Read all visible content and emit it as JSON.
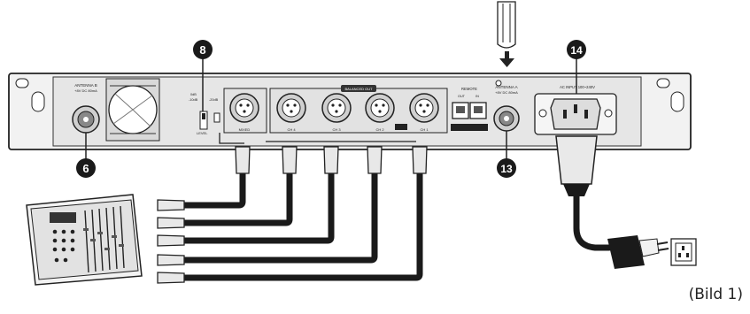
{
  "callouts": [
    {
      "number": "6",
      "target": "antenna-b-connector"
    },
    {
      "number": "8",
      "target": "level-switch"
    },
    {
      "number": "13",
      "target": "antenna-a-connector"
    },
    {
      "number": "14",
      "target": "ac-input-socket"
    }
  ],
  "panel": {
    "antenna_b_label": "ANTENNA B",
    "antenna_b_sub": "+8V DC 80mA",
    "antenna_a_label": "ANTENNA A",
    "antenna_a_sub": "+8V DC 80mA",
    "balanced_out_label": "BALANCED OUT",
    "level_label": "LEVEL",
    "level_options": [
      "0dB",
      "-10dB",
      "-20dB"
    ],
    "mixed_label": "MIXED",
    "channel_labels": [
      "CH 4",
      "CH 3",
      "CH 2",
      "CH 1"
    ],
    "remote_label": "REMOTE",
    "remote_ports": [
      "OUT",
      "IN"
    ],
    "ac_input_label": "AC INPUT 100~240V"
  },
  "caption": "(Bild 1)",
  "colors": {
    "callout_bg": "#1a1a1a",
    "callout_text": "#ffffff",
    "panel_fill": "#e9e9e9",
    "stroke": "#222222"
  }
}
